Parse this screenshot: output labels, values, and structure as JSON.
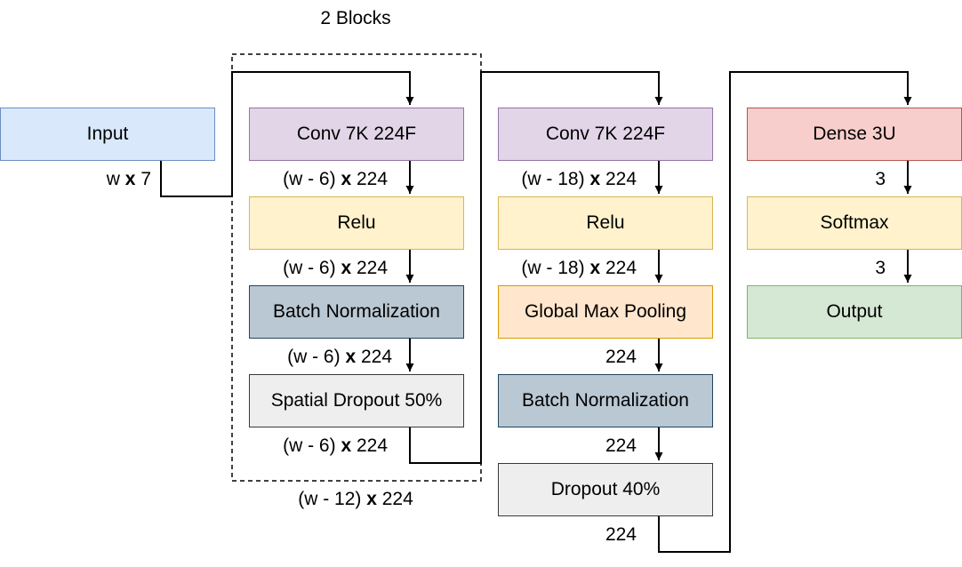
{
  "group_title": "2 Blocks",
  "group_output": {
    "pre": "(w - 12) ",
    "x": "x",
    "post": " 224"
  },
  "nodes": {
    "input": "Input",
    "conv1": "Conv 7K 224F",
    "relu1": "Relu",
    "bn1": "Batch Normalization",
    "sdrop": "Spatial Dropout 50%",
    "conv2": "Conv 7K 224F",
    "relu2": "Relu",
    "gmp": "Global Max Pooling",
    "bn2": "Batch Normalization",
    "drop": "Dropout 40%",
    "dense": "Dense 3U",
    "softmax": "Softmax",
    "output": "Output"
  },
  "edges": {
    "input_out": {
      "pre": "w ",
      "x": "x",
      "post": " 7"
    },
    "conv1_out": {
      "pre": "(w - 6) ",
      "x": "x",
      "post": " 224"
    },
    "relu1_out": {
      "pre": "(w - 6) ",
      "x": "x",
      "post": " 224"
    },
    "bn1_out": {
      "pre": "(w - 6) ",
      "x": "x",
      "post": " 224"
    },
    "sdrop_out": {
      "pre": "(w - 6) ",
      "x": "x",
      "post": " 224"
    },
    "conv2_out": {
      "pre": "(w - 18) ",
      "x": "x",
      "post": " 224"
    },
    "relu2_out": {
      "pre": "(w - 18) ",
      "x": "x",
      "post": " 224"
    },
    "gmp_out": "224",
    "bn2_out": "224",
    "drop_out": "224",
    "dense_out": "3",
    "softmax_out": "3"
  },
  "colors": {
    "input": "#dae8fc",
    "conv": "#e1d5e7",
    "relu": "#fff2cc",
    "batchnorm": "#bac8d3",
    "dropout": "#eeeeee",
    "pooling": "#ffe6cc",
    "dense": "#f8cecc",
    "output": "#d5e8d4"
  }
}
